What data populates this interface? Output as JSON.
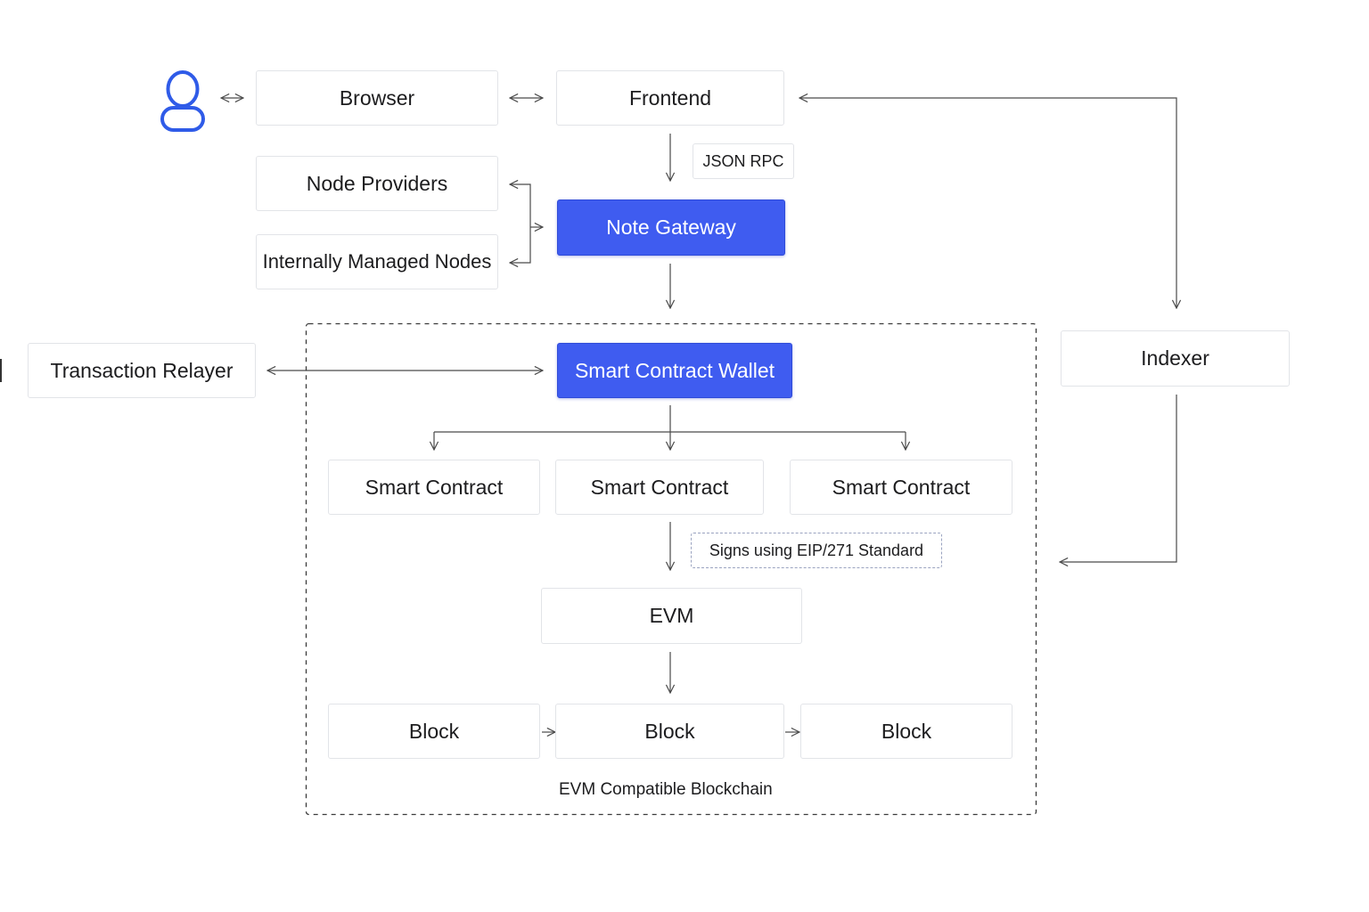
{
  "nodes": {
    "browser": "Browser",
    "frontend": "Frontend",
    "node_providers": "Node Providers",
    "internal_nodes": "Internally Managed Nodes",
    "gateway": "Note Gateway",
    "relayer": "Transaction Relayer",
    "wallet": "Smart Contract Wallet",
    "indexer": "Indexer",
    "smart_contracts": [
      "Smart Contract",
      "Smart Contract",
      "Smart Contract"
    ],
    "evm": "EVM",
    "blocks": [
      "Block",
      "Block",
      "Block"
    ]
  },
  "labels": {
    "json_rpc": "JSON RPC",
    "signs": "Signs using EIP/271 Standard",
    "blockchain_caption": "EVM Compatible Blockchain"
  },
  "icons": {
    "user": "user-icon"
  },
  "colors": {
    "accent": "#3f5cf0",
    "user_icon": "#2f5be8",
    "line": "#4a4a4a",
    "box_border": "#e2e4e8"
  }
}
